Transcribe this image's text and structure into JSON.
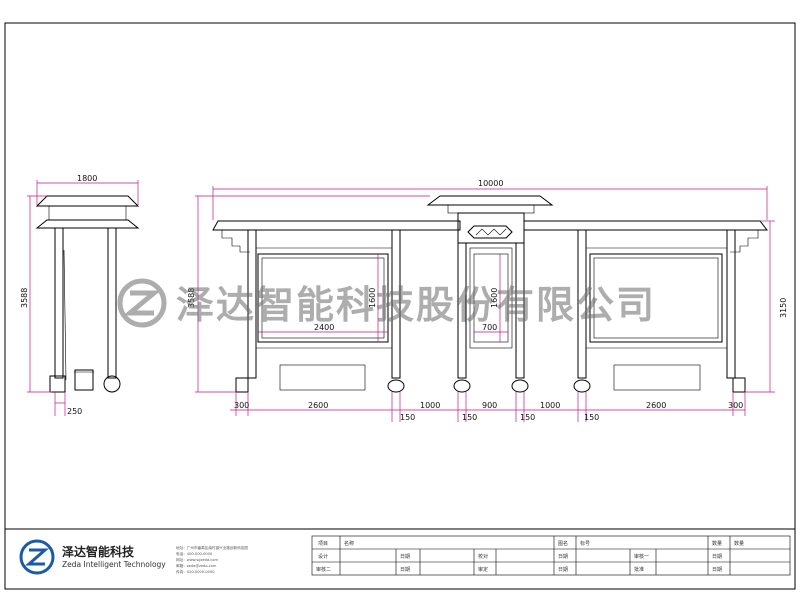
{
  "dimensions": {
    "side_width": "1800",
    "side_height": "3588",
    "side_post": "250",
    "total_length": "10000",
    "front_height": "3588",
    "right_height": "3150",
    "left_panel_width": "2400",
    "left_panel_height": "1600",
    "center_panel_width": "700",
    "center_panel_height": "1600",
    "bottom": [
      "300",
      "2600",
      "150",
      "1000",
      "150",
      "900",
      "150",
      "1000",
      "150",
      "2600",
      "300"
    ]
  },
  "watermark": "泽达智能科技股份有限公司",
  "company": {
    "name_cn": "泽达智能科技",
    "name_en": "Zeda Intelligent Technology",
    "info_lines": [
      "地址：广州市番禺区南村镇兴业路创新科技园",
      "电话：400-000-0000",
      "网址：www.sgzeda.com",
      "邮箱：zeda@zeda.com",
      "传真：020-0000-0000"
    ]
  },
  "title_block": {
    "row1": [
      "项目",
      "名称",
      "",
      "图名",
      "标号",
      "",
      "数量",
      "数量"
    ],
    "row2": [
      "设计",
      "",
      "日期",
      "",
      "校对",
      "",
      "日期",
      "",
      "审核一",
      "",
      "日期",
      ""
    ],
    "row3": [
      "审核二",
      "",
      "日期",
      "",
      "审定",
      "",
      "日期",
      "",
      "批准",
      "",
      "日期",
      ""
    ]
  },
  "colors": {
    "dimension_line": "#c0188c",
    "outline": "#000000",
    "watermark": "#6b6b6b"
  }
}
